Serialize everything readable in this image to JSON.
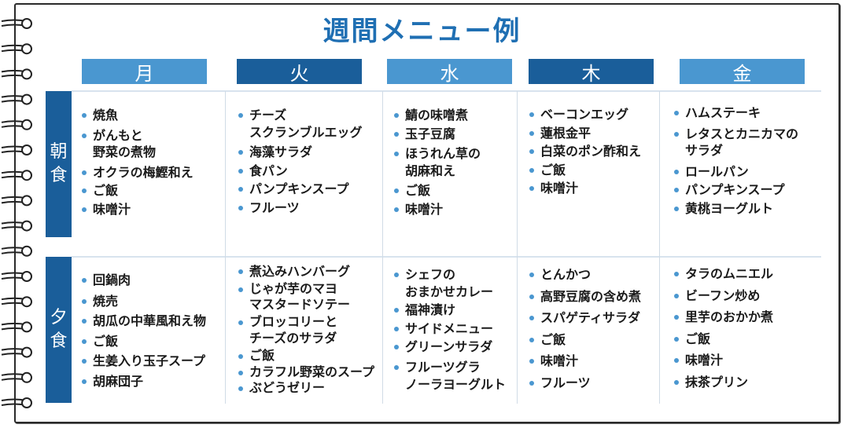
{
  "title": "週間メニュー例",
  "days": [
    "月",
    "火",
    "水",
    "木",
    "金"
  ],
  "meals": [
    {
      "label": [
        "朝",
        "食"
      ]
    },
    {
      "label": [
        "夕",
        "食"
      ]
    }
  ],
  "breakfast": [
    [
      "焼魚",
      "がんもと\n野菜の煮物",
      "オクラの梅鰹和え",
      "ご飯",
      "味噌汁"
    ],
    [
      "チーズ\nスクランブルエッグ",
      "海藻サラダ",
      "食パン",
      "パンプキンスープ",
      "フルーツ"
    ],
    [
      "鯖の味噌煮",
      "玉子豆腐",
      "ほうれん草の\n胡麻和え",
      "ご飯",
      "味噌汁"
    ],
    [
      "ベーコンエッグ",
      "蓮根金平",
      "白菜のポン酢和え",
      "ご飯",
      "味噌汁"
    ],
    [
      "ハムステーキ",
      "レタスとカニカマの\nサラダ",
      "ロールパン",
      "パンプキンスープ",
      "黄桃ヨーグルト"
    ]
  ],
  "dinner": [
    [
      "回鍋肉",
      "焼売",
      "胡瓜の中華風和え物",
      "ご飯",
      "生姜入り玉子スープ",
      "胡麻団子"
    ],
    [
      "煮込みハンバーグ",
      "じゃが芋のマヨ\nマスタードソテー",
      "ブロッコリーと\nチーズのサラダ",
      "ご飯",
      "カラフル野菜のスープ",
      "ぶどうゼリー"
    ],
    [
      "シェフの\nおまかせカレー",
      "福神漬け",
      "サイドメニュー",
      "グリーンサラダ",
      "フルーツグラ\nノーラヨーグルト"
    ],
    [
      "とんかつ",
      "高野豆腐の含め煮",
      "スパゲティサラダ",
      "ご飯",
      "味噌汁",
      "フルーツ"
    ],
    [
      "タラのムニエル",
      "ビーフン炒め",
      "里芋のおかか煮",
      "ご飯",
      "味噌汁",
      "抹茶プリン"
    ]
  ],
  "colors": {
    "title": "#1f6fb3",
    "header_light": "#4a97d0",
    "header_dark": "#1a5e9a",
    "bullet": "#4a97d0"
  }
}
